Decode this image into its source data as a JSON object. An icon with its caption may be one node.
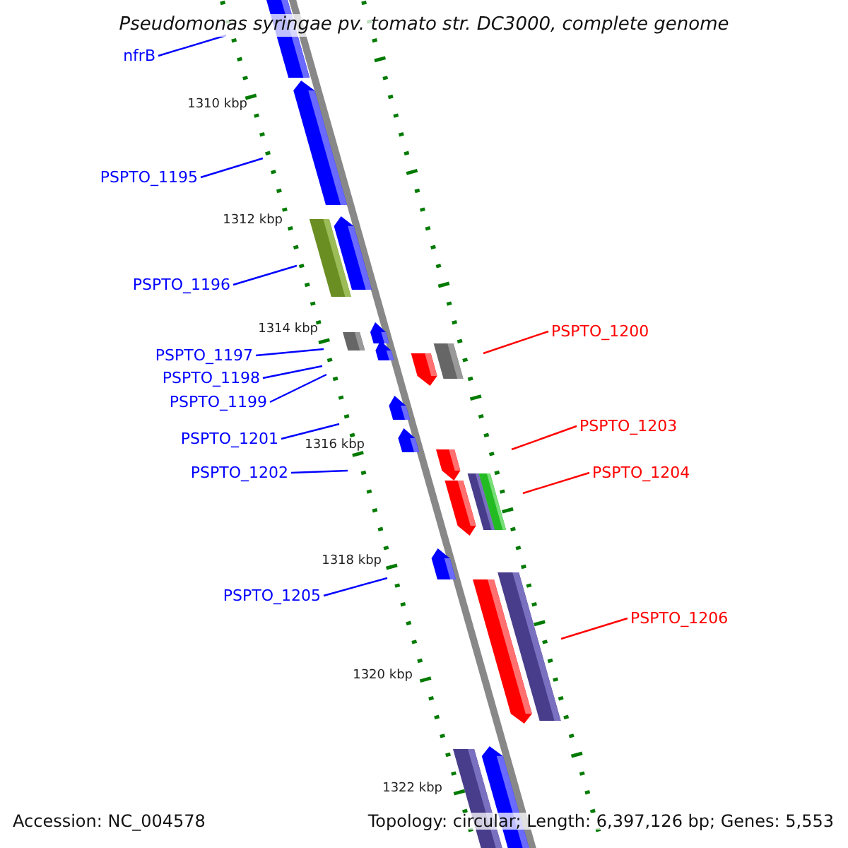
{
  "diagram": {
    "title": "Pseudomonas syringae pv. tomato str. DC3000, complete genome",
    "nodes": [
      {
        "text": [
          "nfrB"
        ]
      },
      {
        "text": [
          "PSPTO_1195"
        ]
      },
      {
        "text": [
          "PSPTO_1196"
        ]
      },
      {
        "text": [
          "PSPTO_1200"
        ]
      },
      {
        "text": [
          "PSPTO_1197"
        ]
      },
      {
        "text": [
          "PSPTO_1198"
        ]
      },
      {
        "text": [
          "PSPTO_1199"
        ]
      },
      {
        "text": [
          "PSPTO_1203"
        ]
      },
      {
        "text": [
          "PSPTO_1201"
        ]
      },
      {
        "text": [
          "PSPTO_1202"
        ]
      },
      {
        "text": [
          "PSPTO_1204"
        ]
      },
      {
        "text": [
          "PSPTO_1205"
        ]
      },
      {
        "text": [
          "PSPTO_1206"
        ]
      }
    ],
    "edges": [
      {
        "from": 0,
        "to": null,
        "arrow": "none"
      },
      {
        "from": 1,
        "to": null,
        "arrow": "none"
      },
      {
        "from": 2,
        "to": null,
        "arrow": "none"
      },
      {
        "from": 3,
        "to": null,
        "arrow": "none",
        "color": "#ff0000"
      },
      {
        "from": 4,
        "to": null,
        "arrow": "none"
      },
      {
        "from": 5,
        "to": null,
        "arrow": "none"
      },
      {
        "from": 6,
        "to": null,
        "arrow": "none"
      },
      {
        "from": 7,
        "to": null,
        "arrow": "none",
        "color": "#ff0000"
      },
      {
        "from": 8,
        "to": null,
        "arrow": "none"
      },
      {
        "from": 9,
        "to": null,
        "arrow": "none"
      },
      {
        "from": 10,
        "to": null,
        "arrow": "none",
        "color": "#ff0000"
      },
      {
        "from": 11,
        "to": null,
        "arrow": "none"
      },
      {
        "from": 12,
        "to": null,
        "arrow": "none",
        "color": "#ff0000"
      }
    ],
    "labels": [
      "1310 kbp",
      "1312 kbp",
      "1314 kbp",
      "1316 kbp",
      "1318 kbp",
      "1320 kbp",
      "1322 kbp",
      "Accession: NC_004578",
      "Topology: circular; Length: 6,397,126 bp; Genes: 5,553"
    ]
  }
}
